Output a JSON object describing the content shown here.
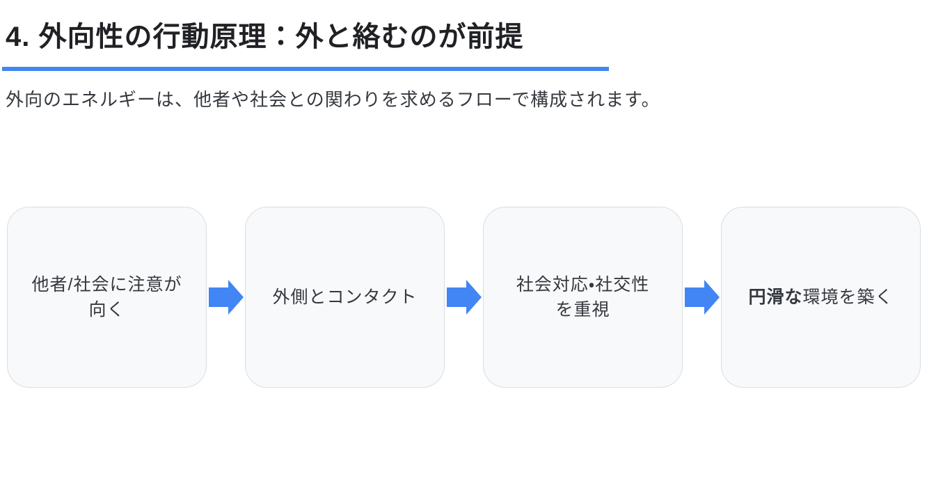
{
  "header": {
    "title": "4. 外向性の行動原理：外と絡むのが前提",
    "subtitle": "外向のエネルギーは、他者や社会との関わりを求めるフローで構成されます。"
  },
  "flow": {
    "steps": [
      {
        "line1": "他者/社会に注意が",
        "line2": "向く"
      },
      {
        "line1": "外側とコンタクト",
        "line2": ""
      },
      {
        "line1": "社会対応・社交性",
        "line2": "を重視"
      },
      {
        "bold": "円滑な",
        "rest": "環境を築く"
      }
    ],
    "arrow_icon": "right-block-arrow"
  },
  "colors": {
    "accent_blue": "#4285f4",
    "box_background": "#f8f9fa",
    "box_border": "#d9dde3",
    "title_text": "#202124",
    "body_text": "#35393f"
  }
}
